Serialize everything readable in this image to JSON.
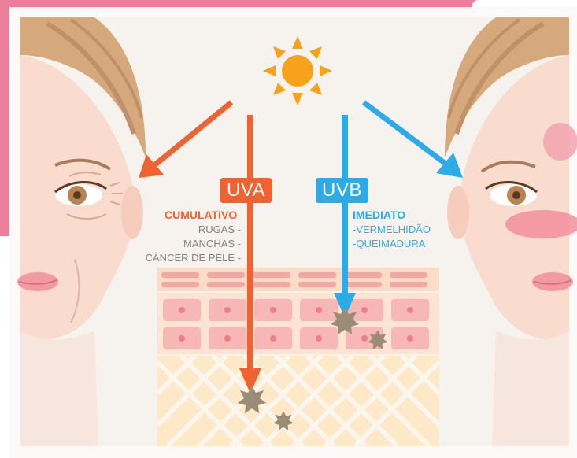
{
  "uva": {
    "badge": "UVA",
    "heading": "CUMULATIVO",
    "effects": [
      "RUGAS -",
      "MANCHAS -",
      "CÂNCER DE PELE -"
    ]
  },
  "uvb": {
    "badge": "UVB",
    "heading": "IMEDIATO",
    "effects": [
      "-VERMELHIDÃO",
      "-QUEIMADURA"
    ]
  },
  "colors": {
    "uva": "#ee6331",
    "uvb": "#2cabe6",
    "sun": "#f7a21b",
    "pink_frame": "#ec7d9b",
    "skin": "#fbe1d7",
    "hair": "#d7a97f",
    "dermis": "#fde7c4",
    "cell": "#f8a7a9",
    "damage": "#9b8d75"
  },
  "icons": [
    "sun-icon",
    "uva-arrow",
    "uvb-arrow",
    "damage-spot"
  ]
}
